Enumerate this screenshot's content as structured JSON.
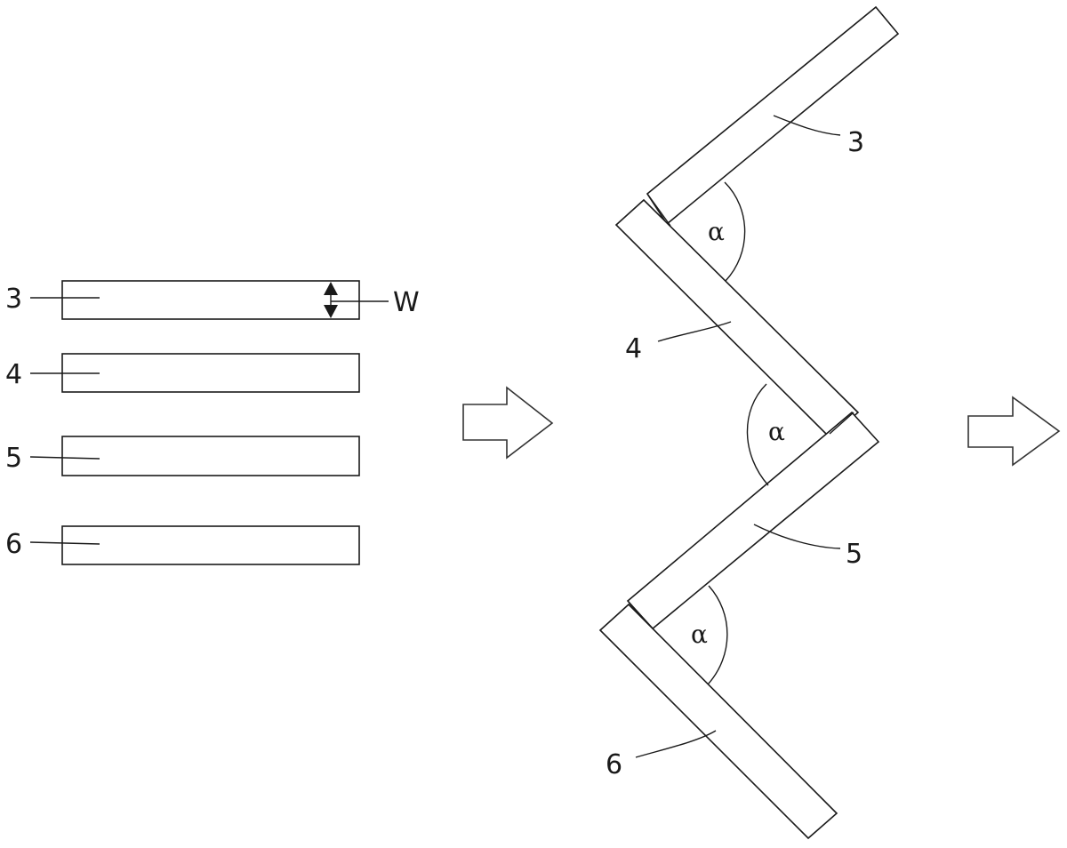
{
  "left_panel": {
    "strips": [
      {
        "label": "3"
      },
      {
        "label": "4"
      },
      {
        "label": "5"
      },
      {
        "label": "6"
      }
    ],
    "width_label": "W"
  },
  "right_panel": {
    "segments": [
      {
        "label": "3"
      },
      {
        "label": "4"
      },
      {
        "label": "5"
      },
      {
        "label": "6"
      }
    ],
    "angle_labels": [
      "α",
      "α",
      "α"
    ]
  },
  "arrows": [
    "transition-arrow-1",
    "transition-arrow-2"
  ]
}
